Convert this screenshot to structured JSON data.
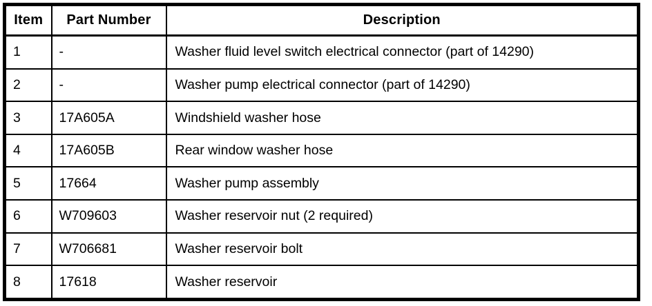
{
  "table": {
    "columns": [
      "Item",
      "Part Number",
      "Description"
    ],
    "rows": [
      {
        "item": "1",
        "part_number": "-",
        "description": "Washer fluid level switch electrical connector (part of 14290)"
      },
      {
        "item": "2",
        "part_number": "-",
        "description": "Washer pump electrical connector (part of 14290)"
      },
      {
        "item": "3",
        "part_number": "17A605A",
        "description": "Windshield washer hose"
      },
      {
        "item": "4",
        "part_number": "17A605B",
        "description": "Rear window washer hose"
      },
      {
        "item": "5",
        "part_number": "17664",
        "description": "Washer pump assembly"
      },
      {
        "item": "6",
        "part_number": "W709603",
        "description": "Washer reservoir nut (2 required)"
      },
      {
        "item": "7",
        "part_number": "W706681",
        "description": "Washer reservoir bolt"
      },
      {
        "item": "8",
        "part_number": "17618",
        "description": "Washer reservoir"
      }
    ],
    "colors": {
      "border": "#000000",
      "background": "#ffffff",
      "text": "#000000"
    }
  }
}
